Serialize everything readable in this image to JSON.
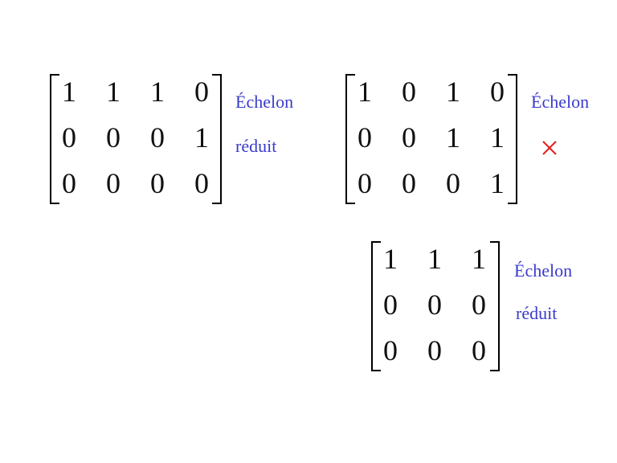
{
  "matrices": [
    {
      "rows": [
        [
          "1",
          "1",
          "1",
          "0"
        ],
        [
          "0",
          "0",
          "0",
          "1"
        ],
        [
          "0",
          "0",
          "0",
          "0"
        ]
      ],
      "labels": [
        "Échelon",
        "réduit"
      ]
    },
    {
      "rows": [
        [
          "1",
          "0",
          "1",
          "0"
        ],
        [
          "0",
          "0",
          "1",
          "1"
        ],
        [
          "0",
          "0",
          "0",
          "1"
        ]
      ],
      "labels": [
        "Échelon"
      ],
      "mark": "cross-icon",
      "mark_color": "#e02020"
    },
    {
      "rows": [
        [
          "1",
          "1",
          "1"
        ],
        [
          "0",
          "0",
          "0"
        ],
        [
          "0",
          "0",
          "0"
        ]
      ],
      "labels": [
        "Échelon",
        "réduit"
      ]
    }
  ],
  "colors": {
    "label": "#3a3acc",
    "digits": "#111111",
    "cross": "#e02020"
  }
}
